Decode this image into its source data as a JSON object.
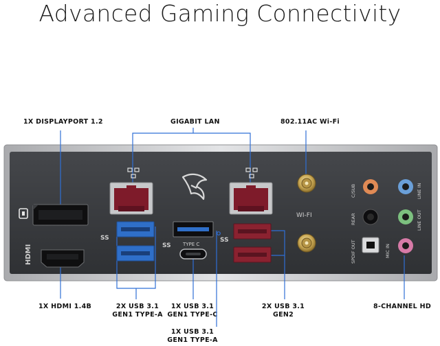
{
  "title": "Advanced Gaming Connectivity",
  "callouts": {
    "displayport": "1X DISPLAYPORT 1.2",
    "lan": "GIGABIT LAN",
    "wifi": "802.11AC Wi-Fi",
    "hdmi": "1X HDMI 1.4B",
    "usb_gen1_a_line1": "2X USB 3.1",
    "usb_gen1_a_line2": "GEN1 TYPE-A",
    "usb_c_line1": "1X USB 3.1",
    "usb_c_line2": "GEN1 TYPE-C",
    "usb_a_single_line1": "1X USB 3.1",
    "usb_a_single_line2": "GEN1 TYPE-A",
    "usb_gen2_line1": "2X USB 3.1",
    "usb_gen2_line2": "GEN2",
    "audio": "8-CHANNEL HD"
  },
  "plate_labels": {
    "hdmi": "HDMI",
    "type_c": "TYPE C",
    "wifi": "WI-FI",
    "c_sub": "C/SUB",
    "rear": "REAR",
    "spdif_out": "SPDIF OUT",
    "line_in": "LINE IN",
    "line_out": "LINE OUT",
    "mic_in": "MIC IN",
    "ss": "SS"
  },
  "colors": {
    "plate": "#3b3d40",
    "frame": "#c8c9cb",
    "leader": "#2f6fd6",
    "usb_blue": "#2f6fc9",
    "usb_red": "#8b2230",
    "audio_orange": "#e08a55",
    "audio_blue": "#6a9fd8",
    "audio_green": "#7cc07f",
    "audio_pink": "#d77aa7"
  }
}
